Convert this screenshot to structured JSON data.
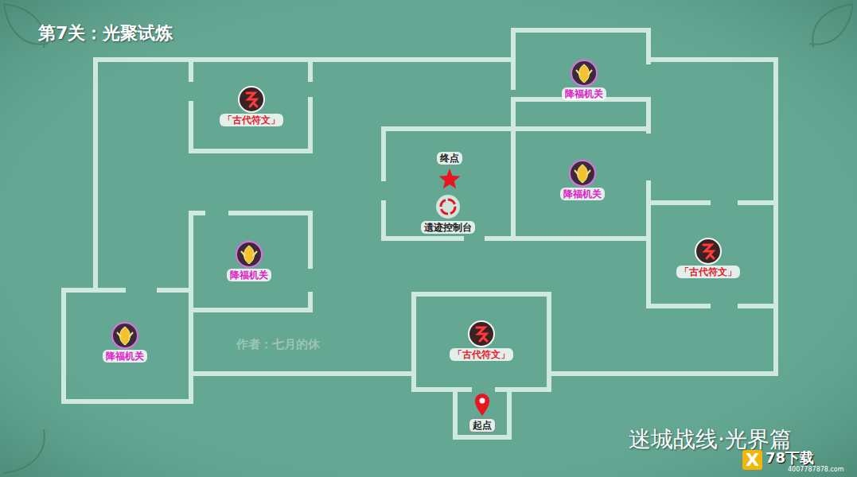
{
  "diagram": {
    "title": "第7关：光聚试炼",
    "nodes": [
      {
        "text": [
          "「古代符文」"
        ]
      },
      {
        "text": [
          "降福机关"
        ]
      },
      {
        "text": [
          "终点"
        ]
      },
      {
        "text": [
          "遗迹控制台"
        ]
      },
      {
        "text": [
          "降福机关"
        ]
      },
      {
        "text": [
          "「古代符文」"
        ]
      },
      {
        "text": [
          "降福机关"
        ]
      },
      {
        "text": [
          "降福机关"
        ]
      },
      {
        "text": [
          "「古代符文」"
        ]
      },
      {
        "text": [
          "起点"
        ]
      }
    ],
    "labels": [
      "作者：七月的休",
      "迷城战线·光界篇",
      "X",
      "78下载",
      "4007787878.com"
    ]
  }
}
